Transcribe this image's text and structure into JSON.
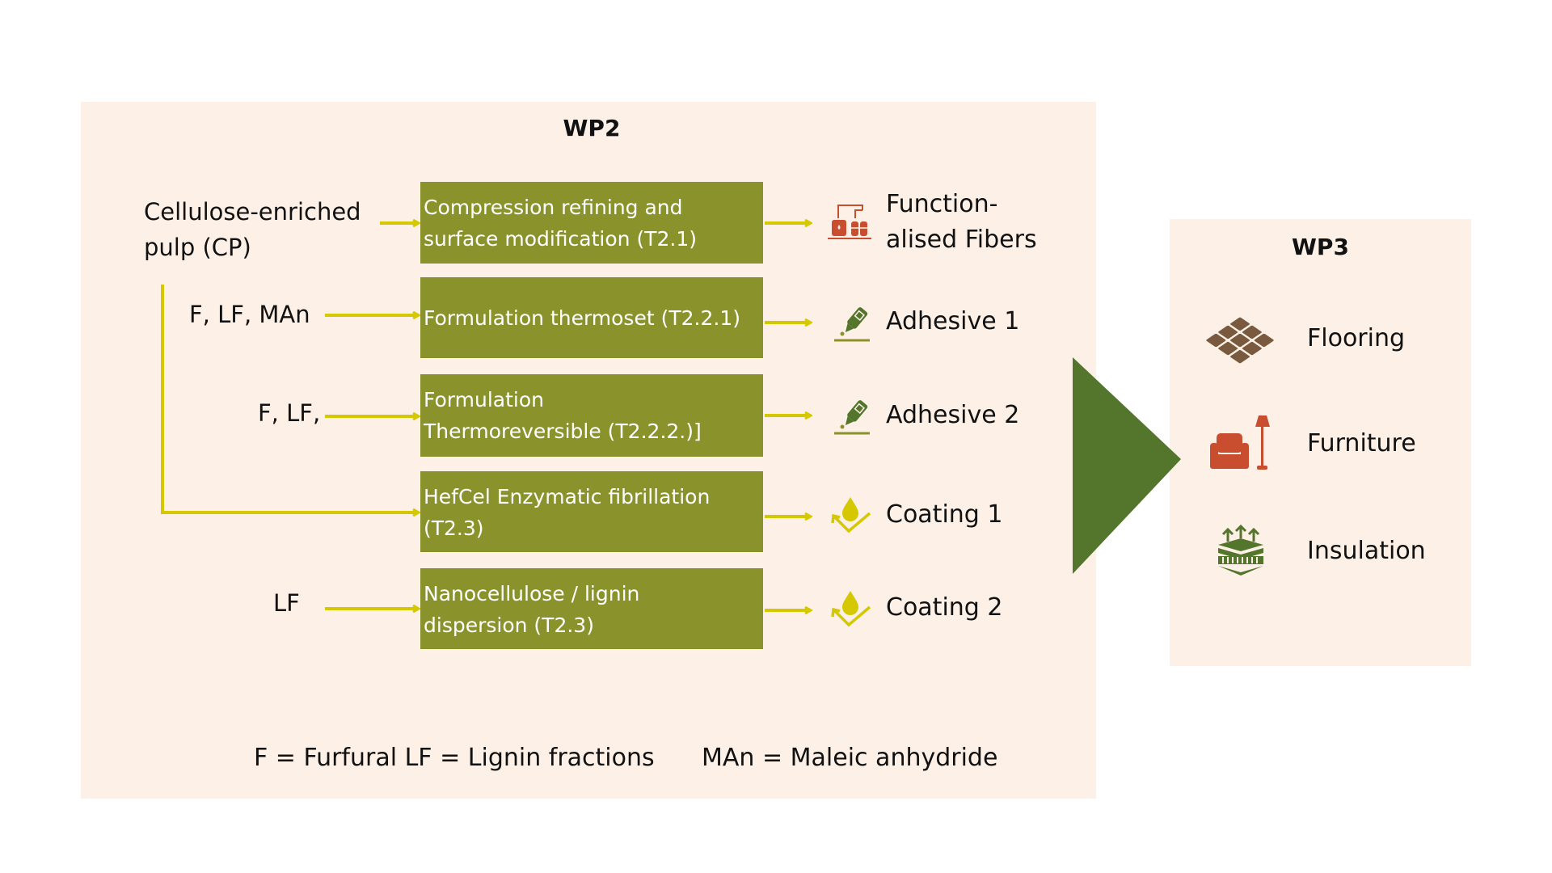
{
  "colors": {
    "panel_bg": "#fdf0e7",
    "box_bg": "#8a932b",
    "arrow": "#d6c800",
    "triangle": "#54752c",
    "fiber_icon": "#c94e30",
    "adhesive_icon": "#54752c",
    "coating_icon": "#d6c800",
    "flooring_icon": "#7a5a3e",
    "furniture_icon": "#c94e30",
    "insulation_icon": "#54752c"
  },
  "wp2": {
    "title": "WP2",
    "inputs": [
      {
        "label": "Cellulose-enriched pulp (CP)",
        "line1": "Cellulose-enriched",
        "line2": "pulp (CP)"
      },
      {
        "label": "F, LF, MAn"
      },
      {
        "label": "F, LF,"
      },
      {
        "label": "LF"
      }
    ],
    "processes": [
      {
        "line1": "Compression refining and",
        "line2": "surface modification (T2.1)"
      },
      {
        "line1": "Formulation thermoset (T2.2.1)",
        "line2": ""
      },
      {
        "line1": "Formulation",
        "line2": "Thermoreversible (T2.2.2.)]"
      },
      {
        "line1": "HefCel Enzymatic fibrillation",
        "line2": "(T2.3)"
      },
      {
        "line1": "Nanocellulose / lignin",
        "line2": "dispersion (T2.3)"
      }
    ],
    "outputs": [
      {
        "line1": "Function-",
        "line2": "alised Fibers",
        "icon": "factory-icon"
      },
      {
        "line1": "Adhesive 1",
        "icon": "glue-bottle-icon"
      },
      {
        "line1": "Adhesive 2",
        "icon": "glue-bottle-icon"
      },
      {
        "line1": "Coating 1",
        "icon": "drop-coating-icon"
      },
      {
        "line1": "Coating 2",
        "icon": "drop-coating-icon"
      }
    ],
    "legend": {
      "left": "F = Furfural LF = Lignin fractions",
      "right": "MAn = Maleic anhydride"
    }
  },
  "wp3": {
    "title": "WP3",
    "items": [
      {
        "label": "Flooring",
        "icon": "floor-tiles-icon"
      },
      {
        "label": "Furniture",
        "icon": "armchair-lamp-icon"
      },
      {
        "label": "Insulation",
        "icon": "insulation-layers-icon"
      }
    ]
  }
}
